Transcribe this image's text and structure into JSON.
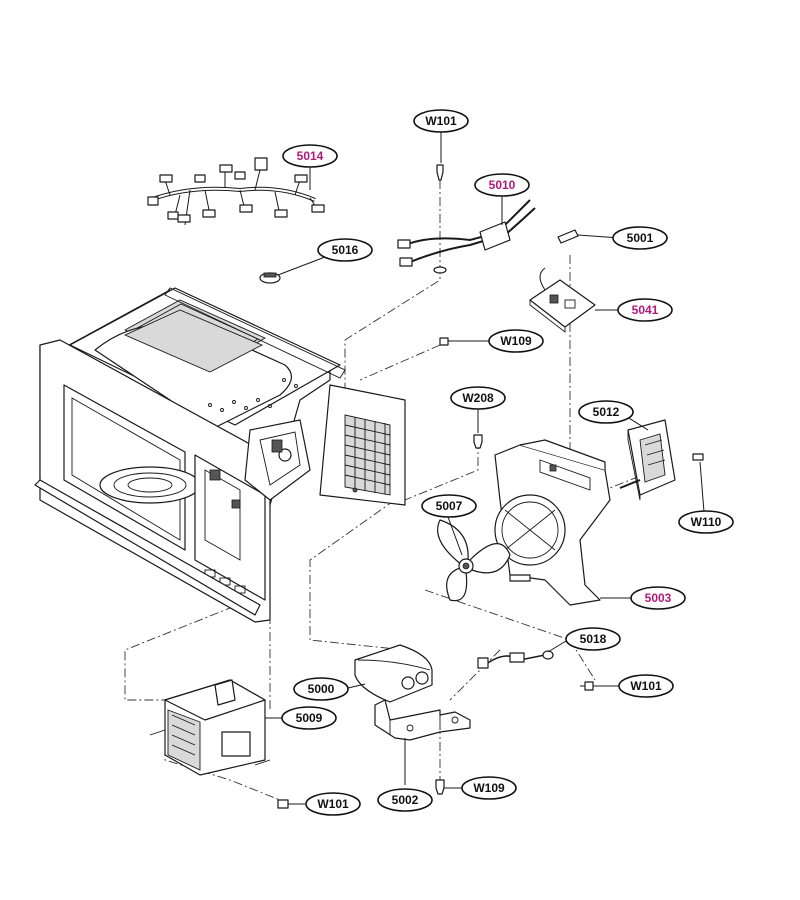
{
  "colors": {
    "normal_label": "#111111",
    "highlight_label": "#b0187a",
    "line": "#1a1a1a"
  },
  "callouts": {
    "w101_top": {
      "text": "W101",
      "highlight": false
    },
    "c5014": {
      "text": "5014",
      "highlight": true
    },
    "c5010": {
      "text": "5010",
      "highlight": true
    },
    "c5001": {
      "text": "5001",
      "highlight": false
    },
    "c5016": {
      "text": "5016",
      "highlight": false
    },
    "c5041": {
      "text": "5041",
      "highlight": true
    },
    "w109_top": {
      "text": "W109",
      "highlight": false
    },
    "w208": {
      "text": "W208",
      "highlight": false
    },
    "c5012": {
      "text": "5012",
      "highlight": false
    },
    "c5007": {
      "text": "5007",
      "highlight": false
    },
    "w110": {
      "text": "W110",
      "highlight": false
    },
    "c5003": {
      "text": "5003",
      "highlight": true
    },
    "c5018": {
      "text": "5018",
      "highlight": false
    },
    "w101_mid": {
      "text": "W101",
      "highlight": false
    },
    "c5000": {
      "text": "5000",
      "highlight": false
    },
    "c5009": {
      "text": "5009",
      "highlight": false
    },
    "w109_bottom": {
      "text": "W109",
      "highlight": false
    },
    "c5002": {
      "text": "5002",
      "highlight": false
    },
    "w101_bottom": {
      "text": "W101",
      "highlight": false
    }
  },
  "icons": {
    "screw": "screw-icon",
    "wire_harness": "wire-harness-icon",
    "fan_blade": "fan-blade-icon"
  }
}
